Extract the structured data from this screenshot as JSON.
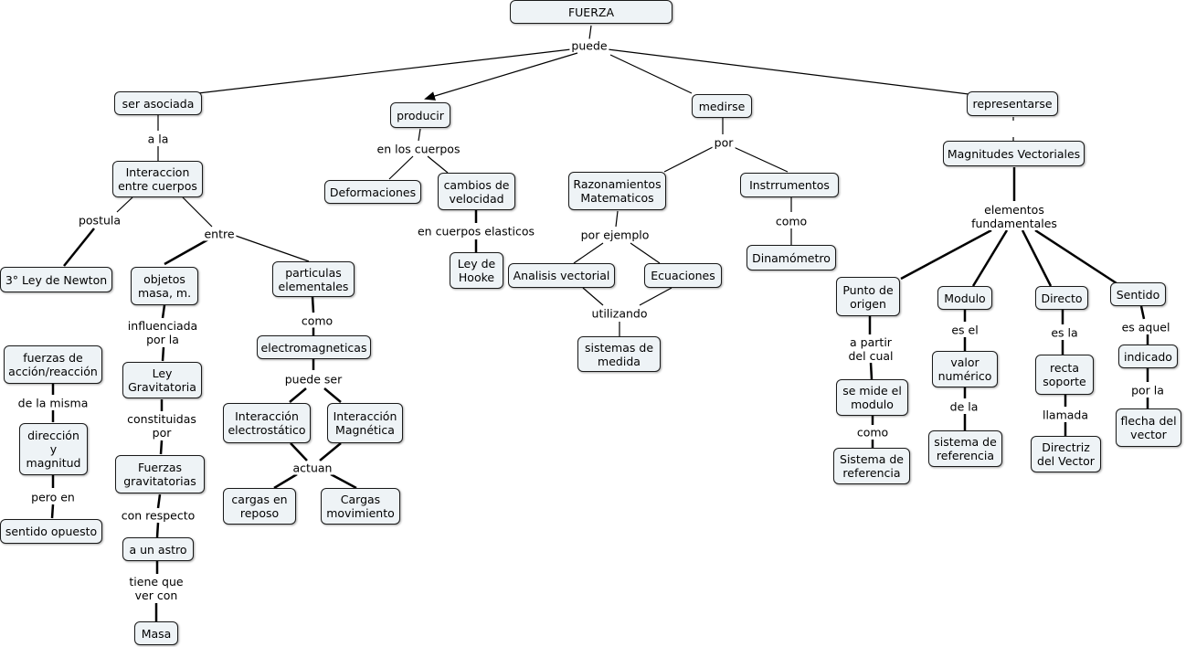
{
  "concepts": {
    "fuerza": "FUERZA",
    "ser_asociada": "ser asociada",
    "producir": "producir",
    "medirse": "medirse",
    "representarse": "representarse",
    "interaccion_cuerpos": "Interaccion\nentre cuerpos",
    "tercera_ley": "3° Ley de Newton",
    "objetos_masa": "objetos\nmasa, m.",
    "particulas_elementales": "particulas\nelementales",
    "ley_gravitatoria": "Ley\nGravitatoria",
    "fuerzas_gravitatorias": "Fuerzas\ngravitatorias",
    "a_un_astro": "a un astro",
    "masa": "Masa",
    "electromagneticas": "electromagneticas",
    "int_electrostatico": "Interacción\nelectrostático",
    "int_magnetica": "Interacción\nMagnética",
    "cargas_reposo": "cargas en\nreposo",
    "cargas_movimiento": "Cargas\nmovimiento",
    "fuerzas_accion": "fuerzas de\nacción/reacción",
    "direccion_magnitud": "dirección\ny\nmagnitud",
    "sentido_opuesto": "sentido opuesto",
    "deformaciones": "Deformaciones",
    "cambios_velocidad": "cambios de\nvelocidad",
    "ley_hooke": "Ley de\nHooke",
    "razonamientos": "Razonamientos\nMatematicos",
    "instrrumentos": "Instrrumentos",
    "dinamometro": "Dinamómetro",
    "analisis_vectorial": "Analisis vectorial",
    "ecuaciones": "Ecuaciones",
    "sistemas_medida": "sistemas de\nmedida",
    "magnitudes_vectoriales": "Magnitudes Vectoriales",
    "punto_origen": "Punto de\norigen",
    "modulo": "Modulo",
    "directo": "Directo",
    "sentido": "Sentido",
    "se_mide_modulo": "se mide el\nmodulo",
    "sistema_referencia_1": "Sistema de\nreferencia",
    "valor_numerico": "valor\nnumérico",
    "sistema_referencia_2": "sistema de\nreferencia",
    "recta_soporte": "recta\nsoporte",
    "directriz": "Directriz\ndel Vector",
    "indicado": "indicado",
    "flecha_vector": "flecha del\nvector"
  },
  "linking_phrases": {
    "puede": "puede",
    "a_la": "a la",
    "postula": "postula",
    "entre": "entre",
    "influenciada": "influenciada\npor la",
    "constituidas": "constituidas\npor",
    "con_respecto": "con respecto",
    "tiene_que": "tiene que\nver con",
    "como_1": "como",
    "puede_ser": "puede ser",
    "actuan": "actuan",
    "de_la_misma": "de la misma",
    "pero_en": "pero en",
    "en_los_cuerpos": "en los cuerpos",
    "en_cuerpos_elasticos": "en cuerpos elasticos",
    "por": "por",
    "por_ejemplo": "por ejemplo",
    "utilizando": "utilizando",
    "como_2": "como",
    "elementos": "elementos\nfundamentales",
    "a_partir": "a partir\ndel cual",
    "como_3": "como",
    "es_el": "es el",
    "de_la": "de la",
    "es_la": "es la",
    "llamada": "llamada",
    "es_aquel": "es aquel",
    "por_la": "por la"
  }
}
